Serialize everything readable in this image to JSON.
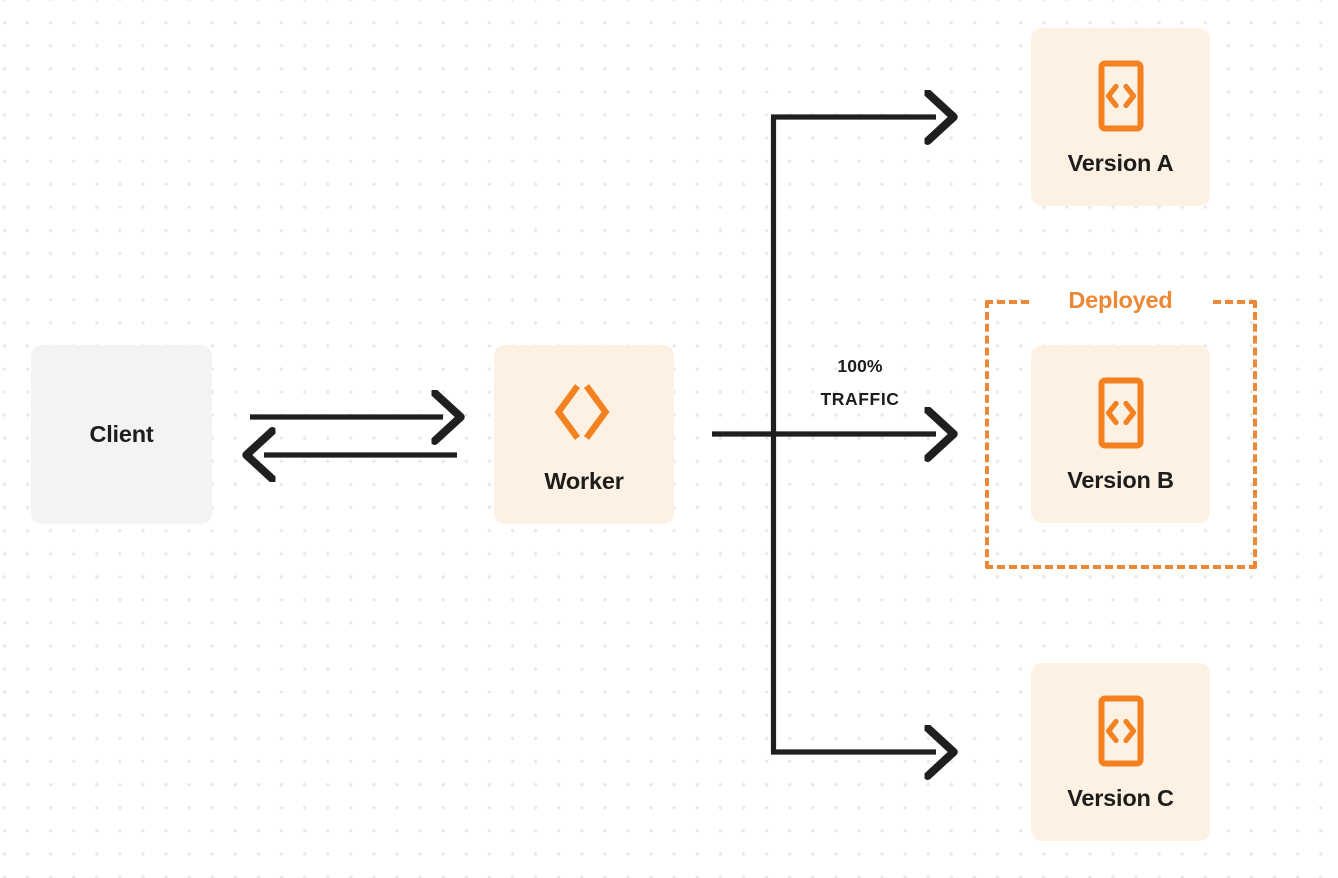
{
  "diagram": {
    "title": "Worker traffic routing to deployed version",
    "background": {
      "color": "#ffffff",
      "dot_color": "#e8e8ea",
      "pattern": "dot-grid"
    },
    "colors": {
      "orange": "#ed8936",
      "orange_icon": "#f48120",
      "node_orange_bg": "#fdf1e3",
      "node_gray_bg": "#f2f3f4",
      "text_dark": "#1d1d1b",
      "edge": "#1f1f1f"
    }
  },
  "nodes": {
    "client": {
      "label": "Client",
      "icon": "",
      "bg": "#f2f3f4"
    },
    "worker": {
      "label": "Worker",
      "icon": "cloudflare-workers-icon",
      "bg": "#fdf1e3"
    },
    "version_a": {
      "label": "Version A",
      "icon": "code-file-icon",
      "bg": "#fdf1e3"
    },
    "version_b": {
      "label": "Version B",
      "icon": "code-file-icon",
      "bg": "#fdf1e3"
    },
    "version_c": {
      "label": "Version C",
      "icon": "code-file-icon",
      "bg": "#fdf1e3"
    }
  },
  "groups": {
    "deployed": {
      "label": "Deployed",
      "border_style": "dashed",
      "border_color": "#ed8936"
    }
  },
  "edges": {
    "traffic": {
      "percent": "100%",
      "word": "TRAFFIC"
    },
    "client_to_worker": {
      "direction": "right"
    },
    "worker_to_client": {
      "direction": "left"
    },
    "worker_to_version_a": {
      "direction": "right"
    },
    "worker_to_version_b": {
      "direction": "right"
    },
    "worker_to_version_c": {
      "direction": "right"
    }
  }
}
